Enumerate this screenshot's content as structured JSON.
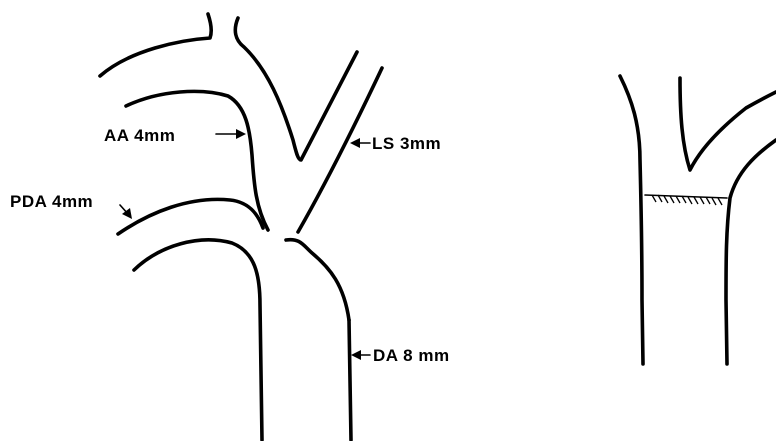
{
  "labels": {
    "aa": "AA 4mm",
    "ls": "LS 3mm",
    "pda": "PDA 4mm",
    "da": "DA 8 mm"
  },
  "colors": {
    "ink": "#000000",
    "background": "#ffffff"
  }
}
